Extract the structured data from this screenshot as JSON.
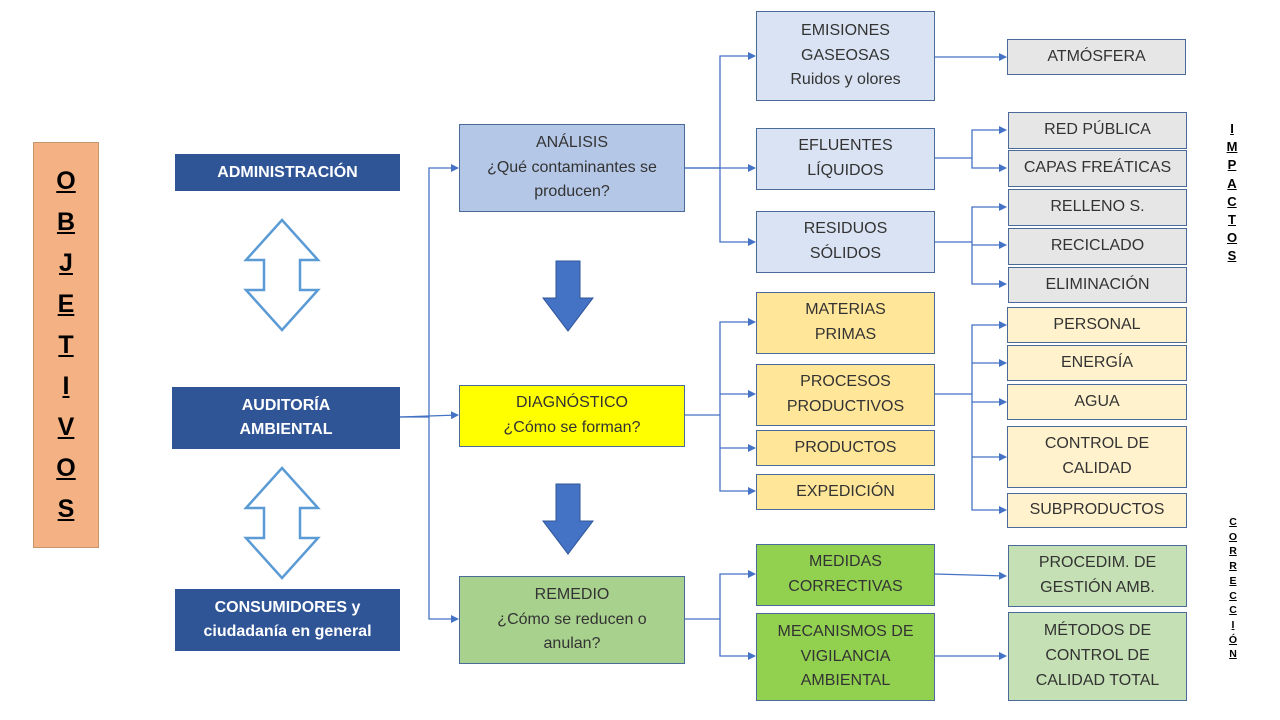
{
  "objetivos": {
    "letters": [
      "O",
      "B",
      "J",
      "E",
      "T",
      "I",
      "V",
      "O",
      "S"
    ]
  },
  "left_column": {
    "administracion": "ADMINISTRACIÓN",
    "auditoria": "AUDITORÍA\nAMBIENTAL",
    "consumidores": "CONSUMIDORES y\nciudadanía  en general"
  },
  "phases": {
    "analisis": "ANÁLISIS\n¿Qué contaminantes se\nproducen?",
    "diagnostico": "DIAGNÓSTICO\n¿Cómo se forman?",
    "remedio": "REMEDIO\n¿Cómo se reducen o\nanulan?"
  },
  "analisis_items": {
    "emisiones": "EMISIONES\nGASEOSAS\nRuidos y olores",
    "efluentes": "EFLUENTES\nLÍQUIDOS",
    "residuos": "RESIDUOS\nSÓLIDOS"
  },
  "analisis_targets": {
    "atmosfera": "ATMÓSFERA",
    "red_publica": "RED PÚBLICA",
    "capas_freaticas": "CAPAS FREÁTICAS",
    "relleno": "RELLENO S.",
    "reciclado": "RECICLADO",
    "eliminacion": "ELIMINACIÓN"
  },
  "diagnostico_items": {
    "materias": "MATERIAS\nPRIMAS",
    "procesos": "PROCESOS\nPRODUCTIVOS",
    "productos": "PRODUCTOS",
    "expedicion": "EXPEDICIÓN"
  },
  "diagnostico_targets": {
    "personal": "PERSONAL",
    "energia": "ENERGÍA",
    "agua": "AGUA",
    "control": "CONTROL DE\nCALIDAD",
    "subproductos": "SUBPRODUCTOS"
  },
  "remedio_items": {
    "medidas": "MEDIDAS\nCORRECTIVAS",
    "mecanismos": "MECANISMOS DE\nVIGILANCIA\nAMBIENTAL"
  },
  "remedio_targets": {
    "procedim": "PROCEDIM. DE\nGESTIÓN AMB.",
    "metodos": "MÉTODOS DE\nCONTROL DE\nCALIDAD TOTAL"
  },
  "side_labels": {
    "impactos": [
      "I",
      "M",
      "P",
      "A",
      "C",
      "T",
      "O",
      "S"
    ],
    "correccion": [
      "C",
      "O",
      "R",
      "R",
      "E",
      "C",
      "C",
      "I",
      "Ó",
      "N"
    ]
  },
  "colors": {
    "connector": "#4472c4",
    "dark_blue": "#2f5597",
    "objetivos": "#f4b183"
  }
}
